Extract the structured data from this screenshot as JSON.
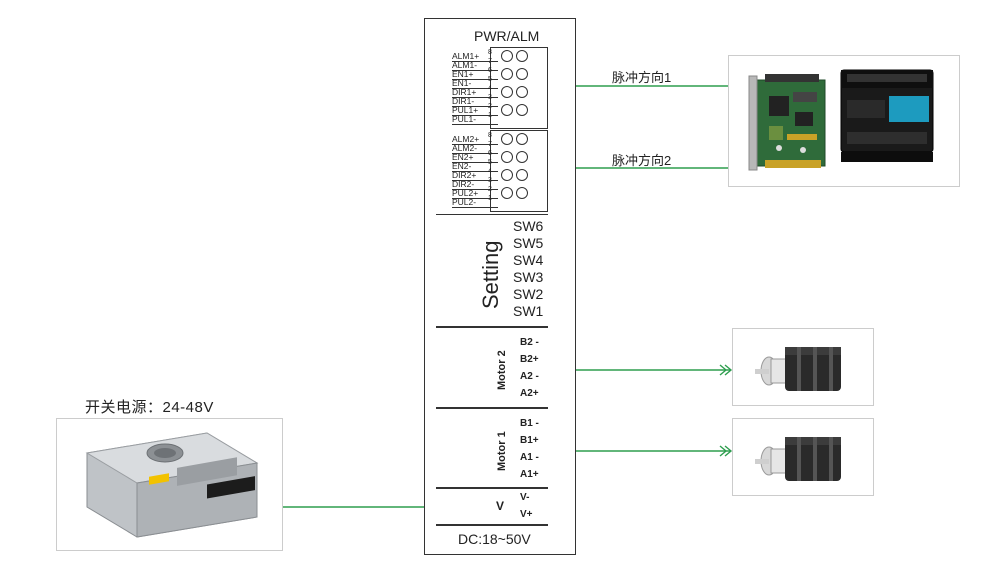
{
  "driver": {
    "header": "PWR/ALM",
    "connector1": {
      "pins": [
        "ALM1+",
        "ALM1-",
        "EN1+",
        "EN1-",
        "DIR1+",
        "DIR1-",
        "PUL1+",
        "PUL1-"
      ],
      "numbers": [
        "8",
        "7",
        "6",
        "5",
        "4",
        "3",
        "2",
        "1"
      ]
    },
    "connector2": {
      "pins": [
        "ALM2+",
        "ALM2-",
        "EN2+",
        "EN2-",
        "DIR2+",
        "DIR2-",
        "PUL2+",
        "PUL2-"
      ],
      "numbers": [
        "8",
        "7",
        "6",
        "5",
        "4",
        "3",
        "2",
        "1"
      ]
    },
    "setting": {
      "title": "Setting",
      "switches": [
        "SW6",
        "SW5",
        "SW4",
        "SW3",
        "SW2",
        "SW1"
      ]
    },
    "motor2": {
      "title": "Motor 2",
      "pins": [
        "B2 -",
        "B2+",
        "A2 -",
        "A2+"
      ]
    },
    "motor1": {
      "title": "Motor 1",
      "pins": [
        "B1 -",
        "B1+",
        "A1 -",
        "A1+"
      ]
    },
    "power": {
      "title": "V",
      "pins": [
        "V-",
        "V+"
      ]
    },
    "footer": "DC:18~50V"
  },
  "signals": {
    "pulse_dir_1": "脉冲方向1",
    "pulse_dir_2": "脉冲方向2"
  },
  "power_supply": {
    "label": "开关电源：24-48V"
  },
  "colors": {
    "wire": "#2e9e4f",
    "outline": "#333333"
  }
}
